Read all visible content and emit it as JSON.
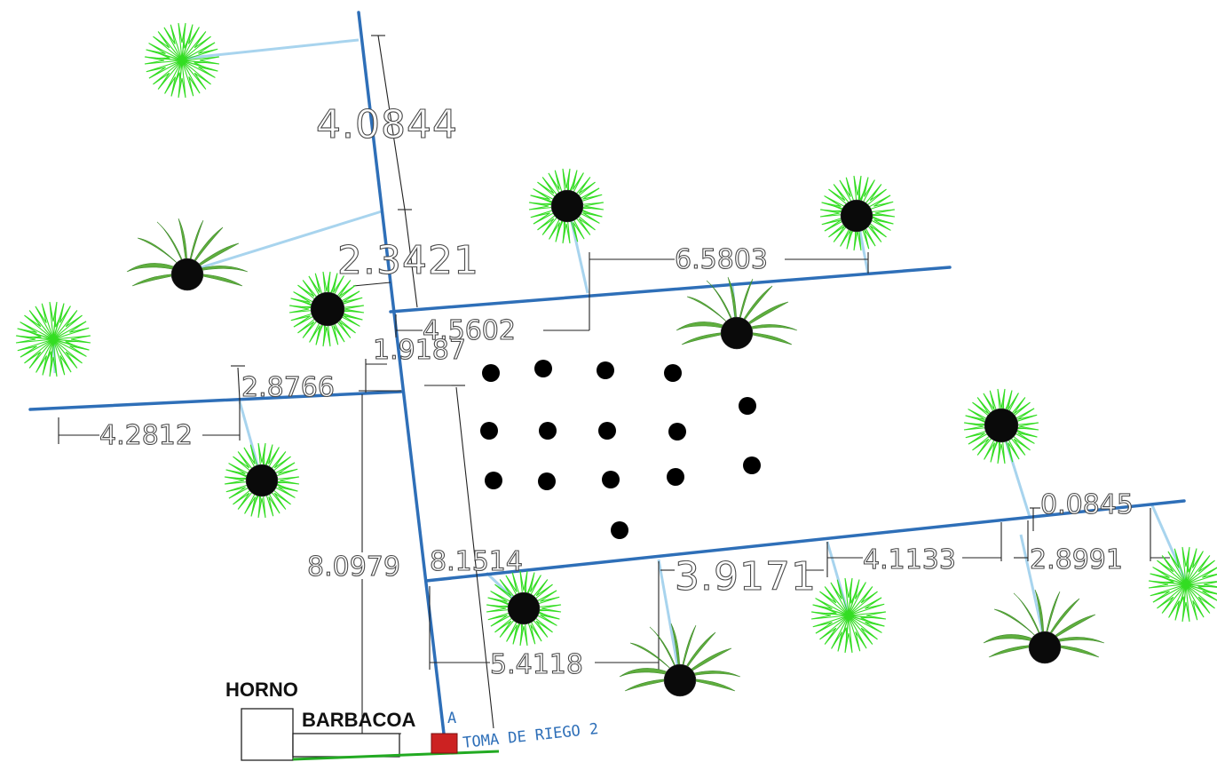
{
  "dimensions": {
    "d1": "4.0844",
    "d2": "2.3421",
    "d3": "6.5803",
    "d4": "4.5602",
    "d5": "1.9187",
    "d6": "2.8766",
    "d7": "4.2812",
    "d8": "8.0979",
    "d9": "8.1514",
    "d10": "5.4118",
    "d11": "3.9171",
    "d12": "4.1133",
    "d13": "0.0845",
    "d14": "2.8991"
  },
  "labels": {
    "horno": "HORNO",
    "barbacoa": "BARBACOA",
    "marker_a": "A",
    "toma": "TOMA DE RIEGO 2"
  },
  "colors": {
    "pipe": "#2e6fb8",
    "lateral": "#a8d4ee",
    "tree_spiky": "#33dd22",
    "tree_palm": "#5fae3e",
    "valve": "#cc2222",
    "ground": "#22aa22"
  }
}
